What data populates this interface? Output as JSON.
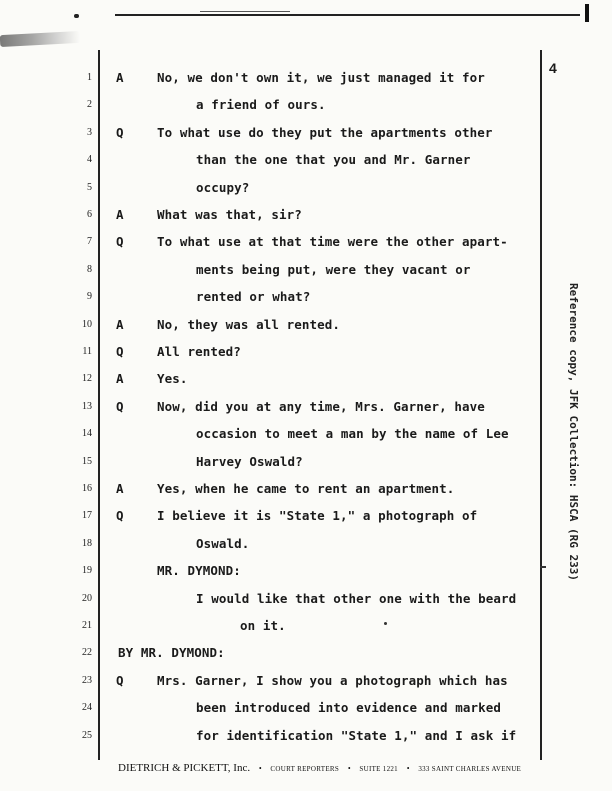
{
  "page_number": "4",
  "side_note": "Reference copy, JFK Collection: HSCA (RG 233)",
  "lines": [
    {
      "n": "1",
      "speaker": "A",
      "text": "No, we don't own it, we just managed it for",
      "indent": 0
    },
    {
      "n": "2",
      "speaker": "",
      "text": "a friend of ours.",
      "indent": 1
    },
    {
      "n": "3",
      "speaker": "Q",
      "text": "To what use do they put the apartments other",
      "indent": 0
    },
    {
      "n": "4",
      "speaker": "",
      "text": "than the one that you and Mr. Garner",
      "indent": 1
    },
    {
      "n": "5",
      "speaker": "",
      "text": "occupy?",
      "indent": 1
    },
    {
      "n": "6",
      "speaker": "A",
      "text": "What was that, sir?",
      "indent": 0
    },
    {
      "n": "7",
      "speaker": "Q",
      "text": "To what use at that time were the other apart-",
      "indent": 0
    },
    {
      "n": "8",
      "speaker": "",
      "text": "ments being put, were they vacant or",
      "indent": 1
    },
    {
      "n": "9",
      "speaker": "",
      "text": "rented or what?",
      "indent": 1
    },
    {
      "n": "10",
      "speaker": "A",
      "text": "No, they was all rented.",
      "indent": 0
    },
    {
      "n": "11",
      "speaker": "Q",
      "text": "All rented?",
      "indent": 0
    },
    {
      "n": "12",
      "speaker": "A",
      "text": "Yes.",
      "indent": 0
    },
    {
      "n": "13",
      "speaker": "Q",
      "text": "Now, did you at any time, Mrs. Garner, have",
      "indent": 0
    },
    {
      "n": "14",
      "speaker": "",
      "text": "occasion to meet a man by the name of Lee",
      "indent": 1
    },
    {
      "n": "15",
      "speaker": "",
      "text": "Harvey Oswald?",
      "indent": 1
    },
    {
      "n": "16",
      "speaker": "A",
      "text": "Yes, when he came to rent an apartment.",
      "indent": 0
    },
    {
      "n": "17",
      "speaker": "Q",
      "text": "I believe it is \"State 1,\" a photograph of",
      "indent": 0
    },
    {
      "n": "18",
      "speaker": "",
      "text": "Oswald.",
      "indent": 1
    },
    {
      "n": "19",
      "speaker": "",
      "text": "MR. DYMOND:",
      "indent": 0
    },
    {
      "n": "20",
      "speaker": "",
      "text": "I would like that other one with the beard",
      "indent": 1
    },
    {
      "n": "21",
      "speaker": "",
      "text": "on it.",
      "indent": 2
    },
    {
      "n": "22",
      "speaker": "",
      "text": "BY MR. DYMOND:",
      "indent": -1
    },
    {
      "n": "23",
      "speaker": "Q",
      "text": "Mrs. Garner, I show you a photograph which has",
      "indent": 0
    },
    {
      "n": "24",
      "speaker": "",
      "text": "been introduced into evidence and marked",
      "indent": 1
    },
    {
      "n": "25",
      "speaker": "",
      "text": "for identification \"State 1,\" and I ask if",
      "indent": 1
    }
  ],
  "footer": {
    "firm": "DIETRICH & PICKETT, Inc.",
    "role": "COURT REPORTERS",
    "suite": "SUITE 1221",
    "address": "333 SAINT CHARLES AVENUE"
  }
}
